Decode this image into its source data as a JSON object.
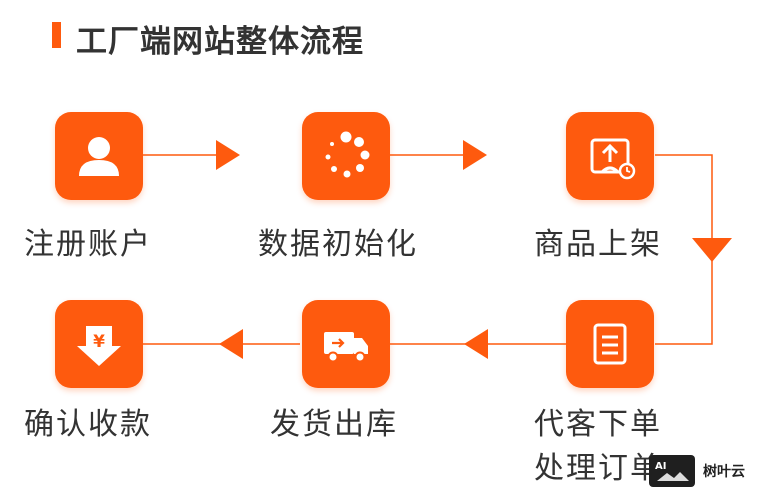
{
  "header": {
    "title": "工厂端网站整体流程"
  },
  "steps": [
    {
      "label": "注册账户",
      "icon": "user-icon"
    },
    {
      "label": "数据初始化",
      "icon": "loading-spinner-icon"
    },
    {
      "label": "商品上架",
      "icon": "upload-box-icon"
    },
    {
      "label_lines": [
        "代客下单",
        "处理订单"
      ],
      "icon": "document-icon"
    },
    {
      "label": "发货出库",
      "icon": "delivery-truck-icon"
    },
    {
      "label": "确认收款",
      "icon": "yuan-download-icon"
    }
  ],
  "colors": {
    "accent": "#fe5a0e",
    "text": "#333333",
    "line": "#fe5a0e"
  },
  "watermark": {
    "badge": "AI",
    "text": "树叶云"
  }
}
